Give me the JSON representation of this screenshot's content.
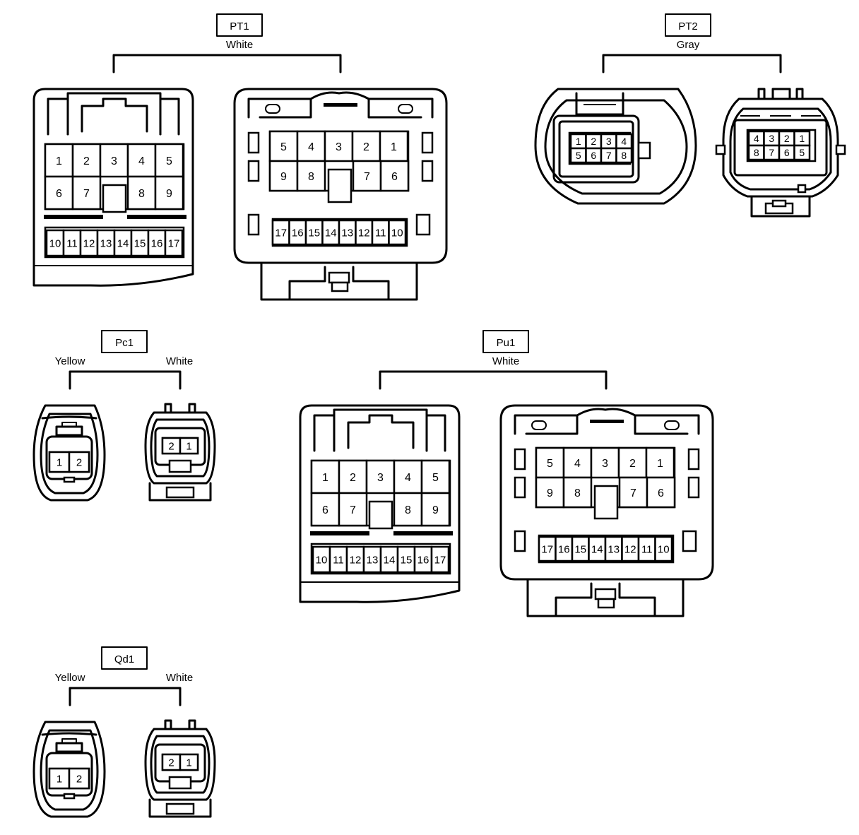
{
  "connectors": [
    {
      "id": "PT1",
      "colors": [
        "White"
      ]
    },
    {
      "id": "PT2",
      "colors": [
        "Gray"
      ]
    },
    {
      "id": "Pc1",
      "colors": [
        "Yellow",
        "White"
      ]
    },
    {
      "id": "Pu1",
      "colors": [
        "White"
      ]
    },
    {
      "id": "Qd1",
      "colors": [
        "Yellow",
        "White"
      ]
    }
  ],
  "pins": {
    "big17_harness": {
      "row1": [
        "1",
        "2",
        "3",
        "4",
        "5"
      ],
      "row2": [
        "6",
        "7",
        "8",
        "9"
      ],
      "row3": [
        "10",
        "11",
        "12",
        "13",
        "14",
        "15",
        "16",
        "17"
      ]
    },
    "big17_terminal": {
      "row1": [
        "5",
        "4",
        "3",
        "2",
        "1"
      ],
      "row2": [
        "9",
        "8",
        "7",
        "6"
      ],
      "row3": [
        "17",
        "16",
        "15",
        "14",
        "13",
        "12",
        "11",
        "10"
      ]
    },
    "pin8_harness": {
      "row1": [
        "1",
        "2",
        "3",
        "4"
      ],
      "row2": [
        "5",
        "6",
        "7",
        "8"
      ]
    },
    "pin8_terminal": {
      "row1": [
        "4",
        "3",
        "2",
        "1"
      ],
      "row2": [
        "8",
        "7",
        "6",
        "5"
      ]
    },
    "pin2_harness": [
      "1",
      "2"
    ],
    "pin2_terminal": [
      "2",
      "1"
    ]
  }
}
